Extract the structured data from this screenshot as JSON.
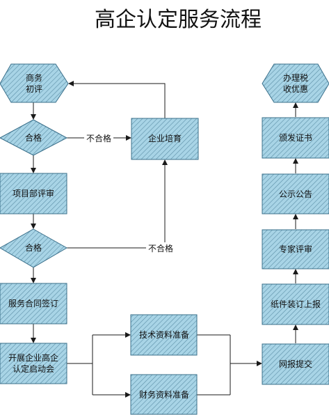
{
  "title": "高企认定服务流程",
  "colors": {
    "node_fill": "#a8d4e6",
    "node_stroke": "#3a6f8a",
    "hatch": "#5b8ea6",
    "line": "#1a1a1a"
  },
  "nodes": {
    "business_review": {
      "lines": [
        "商务",
        "初评"
      ]
    },
    "qualified_1": {
      "lines": [
        "合格"
      ]
    },
    "enterprise_cultivation": {
      "lines": [
        "企业培育"
      ]
    },
    "project_review": {
      "lines": [
        "项目部评审"
      ]
    },
    "qualified_2": {
      "lines": [
        "合格"
      ]
    },
    "service_contract": {
      "lines": [
        "服务合同签订"
      ]
    },
    "kickoff_meeting": {
      "lines": [
        "开展企业高企",
        "认定启动会"
      ]
    },
    "tech_docs": {
      "lines": [
        "技术资料准备"
      ]
    },
    "finance_docs": {
      "lines": [
        "财务资料准备"
      ]
    },
    "online_submit": {
      "lines": [
        "网报提交"
      ]
    },
    "paper_binding": {
      "lines": [
        "纸件装订上报"
      ]
    },
    "expert_review": {
      "lines": [
        "专家评审"
      ]
    },
    "public_notice": {
      "lines": [
        "公示公告"
      ]
    },
    "certificate_issue": {
      "lines": [
        "颁发证书"
      ]
    },
    "tax_benefit": {
      "lines": [
        "办理税",
        "收优惠"
      ]
    }
  },
  "edges": {
    "fail_1": "不合格",
    "fail_2": "不合格"
  }
}
